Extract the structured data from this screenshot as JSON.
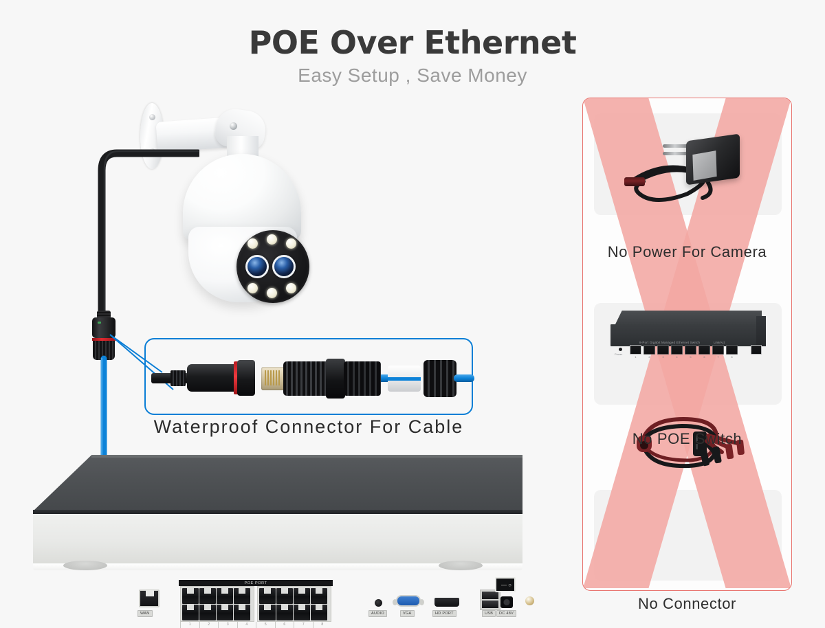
{
  "header": {
    "title": "POE Over Ethernet",
    "subtitle": "Easy Setup , Save Money",
    "title_color": "#3a3a3a",
    "subtitle_color": "#9d9d9d"
  },
  "colors": {
    "background": "#f7f7f7",
    "cable_blue": "#0c82d8",
    "callout_border": "#0a7ed6",
    "panel_border": "#e8746f",
    "x_mark_red": "#f2a7a3",
    "connector_red_ring": "#e02a30"
  },
  "callout": {
    "caption": "Waterproof  Connector  For  Cable",
    "parts": [
      "camera-cable-socket",
      "rj45-plug",
      "threaded-housing",
      "white-rubber-seal",
      "cap-nut",
      "blue-ethernet-cable"
    ]
  },
  "camera": {
    "name": "poe-ptz-dome-camera",
    "lens_count": 2,
    "led_count": 6
  },
  "nvr": {
    "name": "16-channel-poe-nvr",
    "poe_bar_label": "POE PORT",
    "poe_port_count": 16,
    "poe_port_numbers": [
      "1",
      "2",
      "3",
      "4",
      "5",
      "6",
      "7",
      "8"
    ],
    "ports": [
      {
        "id": "wan",
        "label": "WAN"
      },
      {
        "id": "audio",
        "label": "AUDIO"
      },
      {
        "id": "vga",
        "label": "VGA"
      },
      {
        "id": "hdmi",
        "label": "HD PORT"
      },
      {
        "id": "usb",
        "label": "USB"
      },
      {
        "id": "dc",
        "label": "DC 48V"
      }
    ],
    "power_switch_glyph": "— ○"
  },
  "bad_panel": {
    "items": [
      {
        "id": "no-power-for-camera",
        "label": "No Power For Camera",
        "art": "power-adapter"
      },
      {
        "id": "no-poe-switch",
        "label": "No POE Switch",
        "art": "ethernet-switch"
      },
      {
        "id": "no-connector",
        "label": "No Connector",
        "art": "dc-power-splitter"
      }
    ],
    "switch_front_text": "8-Port Gigabit Managed Ethernet Switch",
    "switch_uplink_text": "Link/Act",
    "switch_led_text": "Power",
    "switch_port_numbers": [
      "1",
      "2",
      "3",
      "4",
      "5",
      "6",
      "7",
      "8"
    ]
  }
}
